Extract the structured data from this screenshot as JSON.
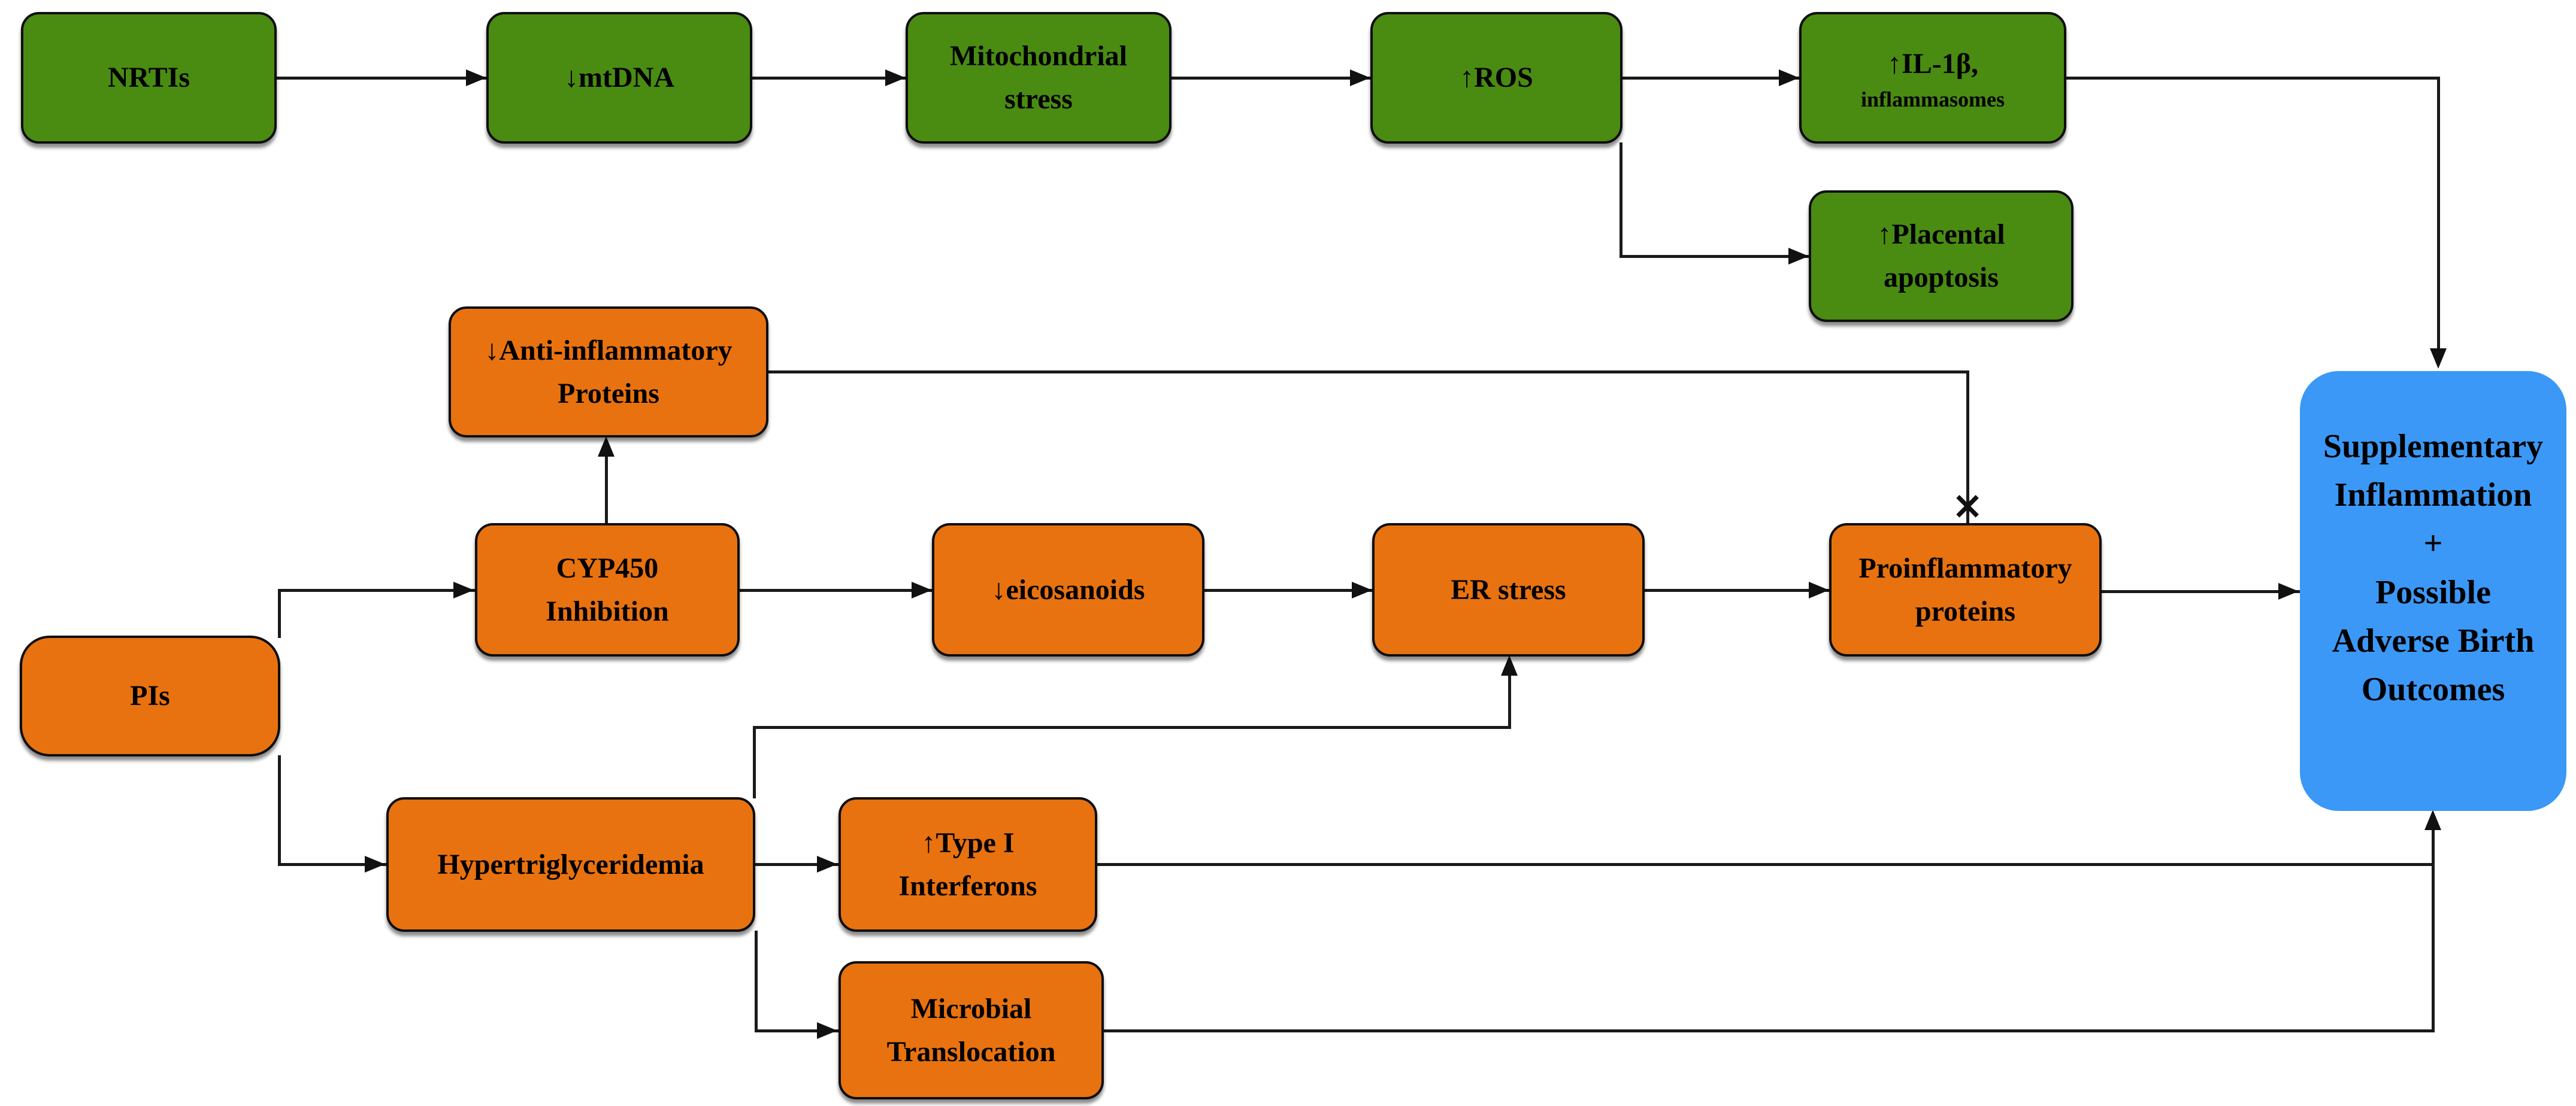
{
  "diagram": {
    "colors": {
      "green": "#4a8b12",
      "orange": "#e8720f",
      "blue": "#3b98f6",
      "line": "#1a1a1a",
      "text": "#000000"
    },
    "nodes": {
      "nrtis": {
        "label": "NRTIs",
        "color": "green"
      },
      "mtdna": {
        "label": "↓mtDNA",
        "color": "green"
      },
      "mito_stress": {
        "label": "Mitochondrial\nstress",
        "color": "green"
      },
      "ros": {
        "label": "↑ROS",
        "color": "green"
      },
      "il1b": {
        "line1": "↑IL-1β,",
        "line2": "inflammasomes",
        "color": "green"
      },
      "placental": {
        "label": "↑Placental\napoptosis",
        "color": "green"
      },
      "anti_infl": {
        "label": "↓Anti-inflammatory\nProteins",
        "color": "orange"
      },
      "cyp450": {
        "label": "CYP450\nInhibition",
        "color": "orange"
      },
      "pis": {
        "label": "PIs",
        "color": "orange"
      },
      "eicosanoids": {
        "label": "↓eicosanoids",
        "color": "orange"
      },
      "er_stress": {
        "label": "ER stress",
        "color": "orange"
      },
      "proinfl": {
        "label": "Proinflammatory\nproteins",
        "color": "orange"
      },
      "hyper": {
        "label": "Hypertriglyceridemia",
        "color": "orange"
      },
      "type1": {
        "label": "↑Type I\nInterferons",
        "color": "orange"
      },
      "microbial": {
        "label": "Microbial\nTranslocation",
        "color": "orange"
      },
      "outcome": {
        "label": "Supplementary\nInflammation\n+\nPossible\nAdverse Birth\nOutcomes",
        "color": "blue"
      }
    },
    "symbols": {
      "inhibition_cross": "×"
    },
    "edges": [
      {
        "from": "nrtis",
        "to": "mtdna",
        "type": "arrow"
      },
      {
        "from": "mtdna",
        "to": "mito_stress",
        "type": "arrow"
      },
      {
        "from": "mito_stress",
        "to": "ros",
        "type": "arrow"
      },
      {
        "from": "ros",
        "to": "il1b",
        "type": "arrow"
      },
      {
        "from": "ros",
        "to": "placental",
        "type": "arrow"
      },
      {
        "from": "il1b",
        "to": "outcome",
        "type": "arrow"
      },
      {
        "from": "cyp450",
        "to": "anti_infl",
        "type": "arrow"
      },
      {
        "from": "anti_infl",
        "to": "proinfl",
        "type": "blocked-cross"
      },
      {
        "from": "pis",
        "to": "cyp450",
        "type": "arrow"
      },
      {
        "from": "pis",
        "to": "hyper",
        "type": "arrow"
      },
      {
        "from": "cyp450",
        "to": "eicosanoids",
        "type": "arrow"
      },
      {
        "from": "eicosanoids",
        "to": "er_stress",
        "type": "arrow"
      },
      {
        "from": "er_stress",
        "to": "proinfl",
        "type": "arrow"
      },
      {
        "from": "proinfl",
        "to": "outcome",
        "type": "arrow"
      },
      {
        "from": "hyper",
        "to": "er_stress",
        "type": "arrow"
      },
      {
        "from": "hyper",
        "to": "type1",
        "type": "arrow"
      },
      {
        "from": "hyper",
        "to": "microbial",
        "type": "arrow"
      },
      {
        "from": "type1",
        "to": "outcome",
        "type": "arrow"
      },
      {
        "from": "microbial",
        "to": "outcome",
        "type": "arrow"
      }
    ]
  }
}
